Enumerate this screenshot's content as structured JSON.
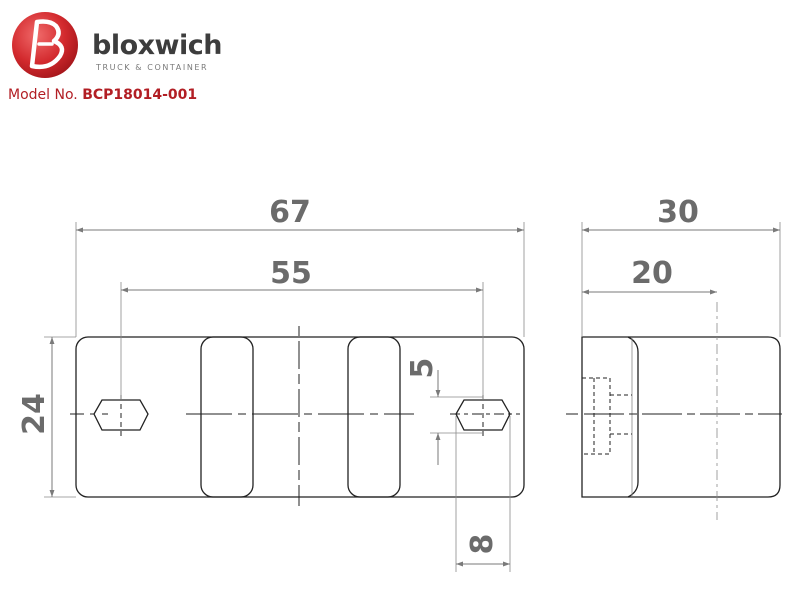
{
  "brand": {
    "name": "bloxwich",
    "tagline": "TRUCK & CONTAINER",
    "accent_color": "#b21e24",
    "logo_icon": "b-swoosh-circle-icon"
  },
  "model": {
    "label": "Model No.",
    "number": "BCP18014-001"
  },
  "dimensions": {
    "overall_length": "67",
    "hole_spacing": "55",
    "height": "24",
    "slot_height": "5",
    "slot_width": "8",
    "overall_depth": "30",
    "inner_depth": "20"
  }
}
